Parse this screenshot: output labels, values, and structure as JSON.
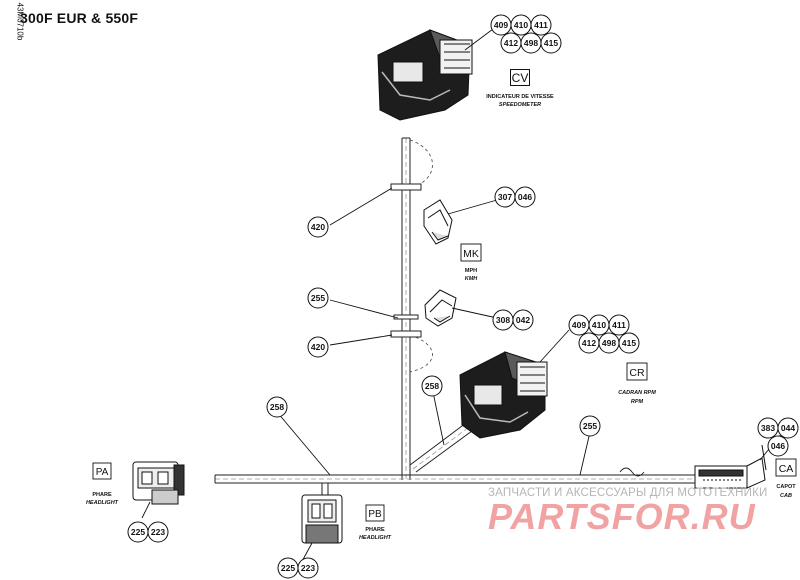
{
  "title": "300F EUR & 550F",
  "side_code": "43M0710b",
  "watermark": {
    "line1": "ЗАПЧАСТИ И АКСЕССУАРЫ ДЛЯ МОТОТЕХНИКИ",
    "line2": "PARTSFOR.RU"
  },
  "connectors": {
    "cv": {
      "code": "CV",
      "fr": "INDICATEUR DE VITESSE",
      "en": "SPEEDOMETER",
      "parts": [
        "409",
        "410",
        "411",
        "412",
        "498",
        "415"
      ]
    },
    "mk": {
      "code": "MK",
      "fr": "MPH",
      "en": "KMH",
      "parts_top": [
        "307",
        "046"
      ],
      "parts_bottom": [
        "308",
        "042"
      ]
    },
    "cr": {
      "code": "CR",
      "fr": "CADRAN RPM",
      "en": "RPM",
      "parts": [
        "409",
        "410",
        "411",
        "412",
        "498",
        "415"
      ]
    },
    "pa": {
      "code": "PA",
      "fr": "PHARE",
      "en": "HEADLIGHT",
      "parts": [
        "225",
        "223"
      ]
    },
    "pb": {
      "code": "PB",
      "fr": "PHARE",
      "en": "HEADLIGHT",
      "parts": [
        "225",
        "223"
      ]
    },
    "ca": {
      "code": "CA",
      "fr": "CAPOT",
      "en": "CAB",
      "parts": [
        "383",
        "044",
        "046"
      ]
    }
  },
  "callouts": {
    "c420a": "420",
    "c255a": "255",
    "c420b": "420",
    "c258a": "258",
    "c258b": "258",
    "c255b": "255"
  }
}
